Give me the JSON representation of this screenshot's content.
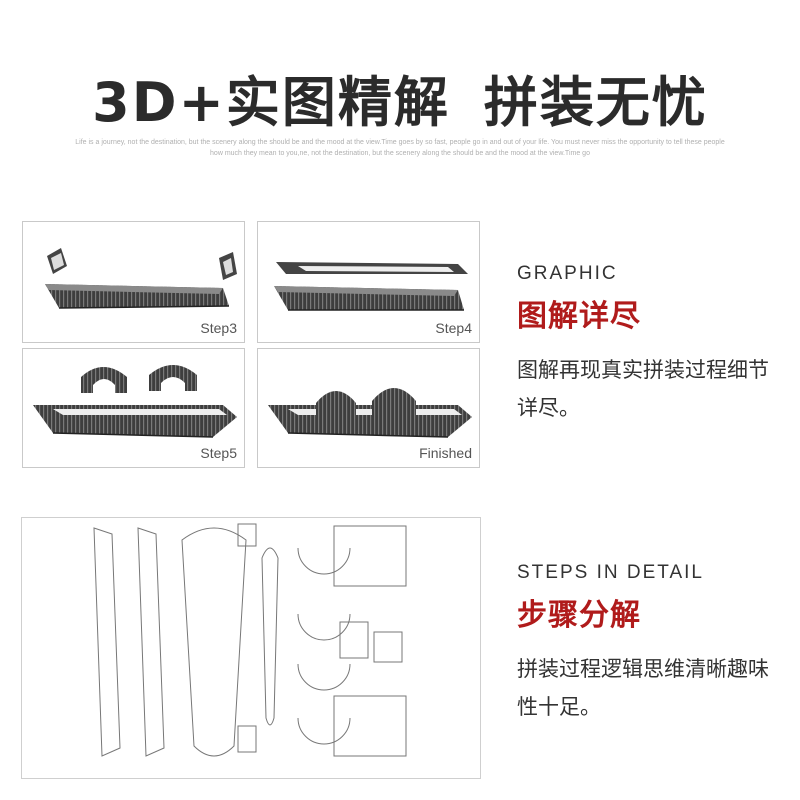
{
  "header": {
    "title_part1": "3D+实图精解",
    "title_part2": "拼装无忧",
    "tagline": "Life is a journey, not the destination, but the scenery along the should be and the mood at the view.Time goes by so fast, people go in and out of your life. You must never miss the opportunity to tell these people how much they mean to you,ne, not the destination, but the scenery along the should be and the mood at the view.Time go"
  },
  "panels": [
    {
      "label": "Step3"
    },
    {
      "label": "Step4"
    },
    {
      "label": "Step5"
    },
    {
      "label": "Finished"
    }
  ],
  "section_graphic": {
    "en_title": "GRAPHIC",
    "cn_title": "图解详尽",
    "description": "图解再现真实拼装过程细节详尽。"
  },
  "section_steps": {
    "en_title": "STEPS IN DETAIL",
    "cn_title": "步骤分解",
    "description": "拼装过程逻辑思维清晰趣味性十足。"
  },
  "colors": {
    "accent": "#b01b1b",
    "wood_dark": "#3a3a3a",
    "border": "#c9c9c9"
  }
}
